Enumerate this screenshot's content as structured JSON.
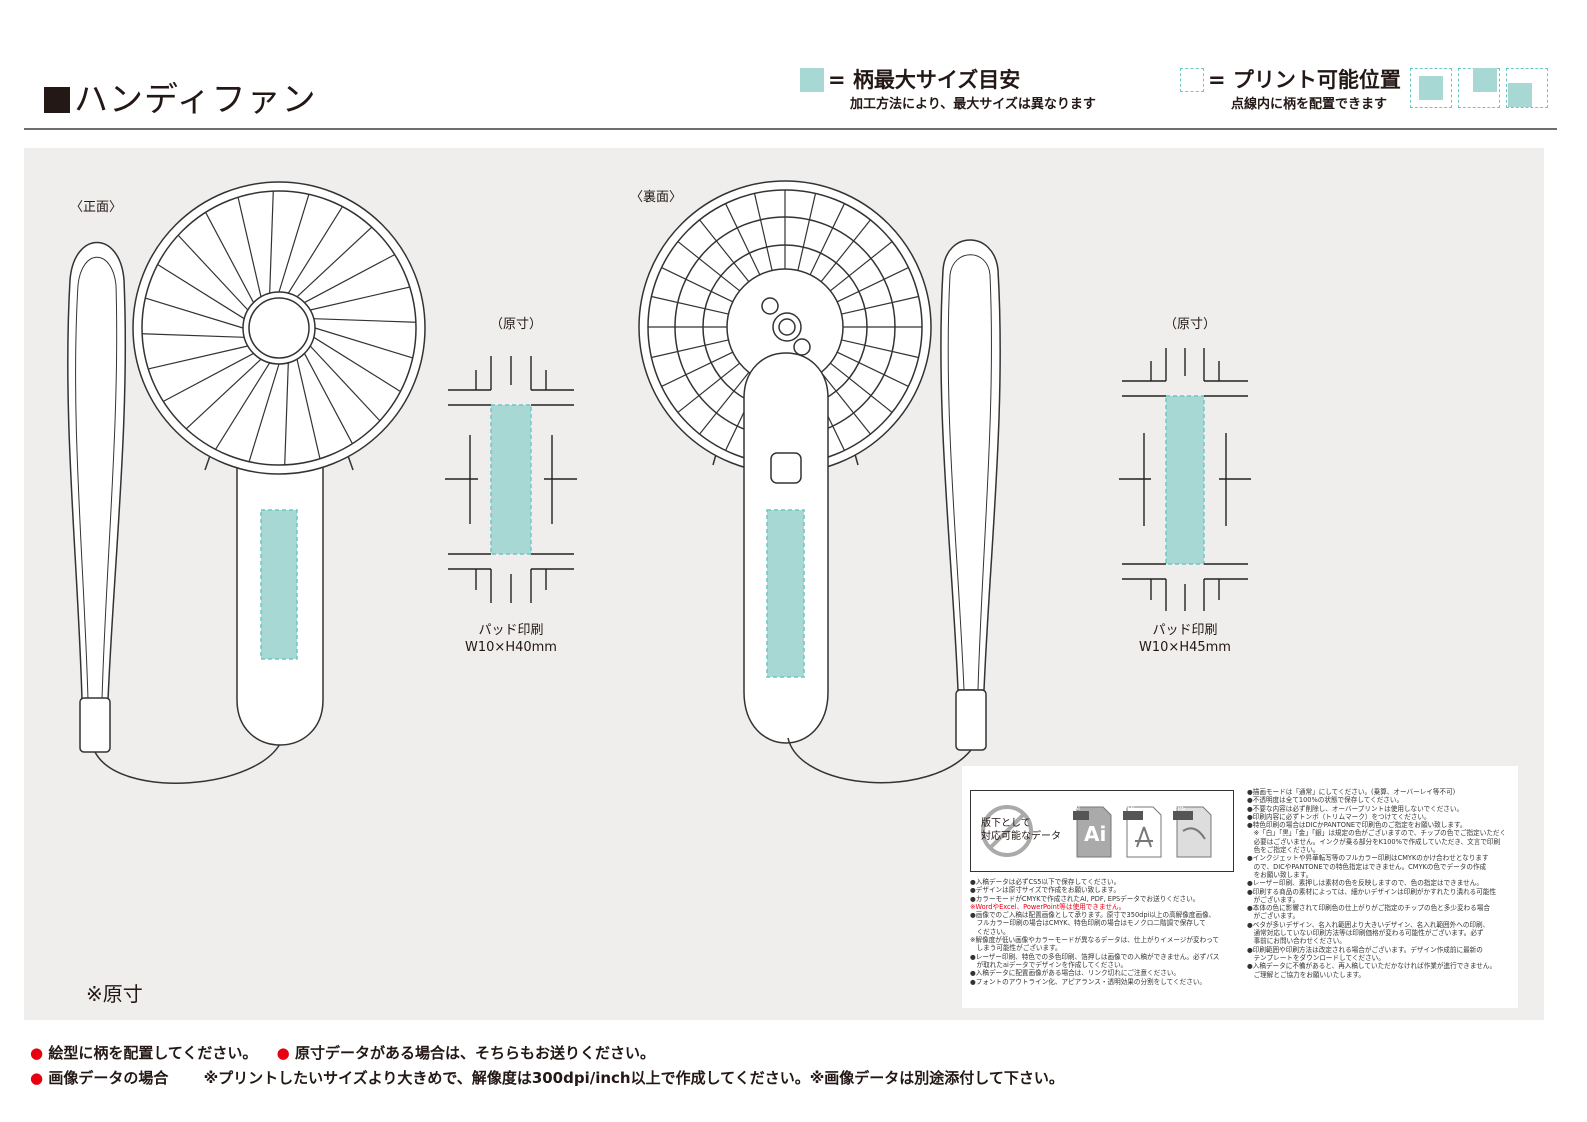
{
  "header": {
    "title": "ハンディファン",
    "legend_max_size": {
      "title": "= 柄最大サイズ目安",
      "note": "加工方法により、最大サイズは異なります"
    },
    "legend_print_area": {
      "title": "= プリント可能位置",
      "note": "点線内に柄を配置できます"
    }
  },
  "views": {
    "front": {
      "label": "〈正面〉",
      "gensun_label": "（原寸）",
      "method": "パッド印刷",
      "size": "W10×H40mm"
    },
    "back": {
      "label": "〈裏面〉",
      "gensun_label": "（原寸）",
      "method": "パッド印刷",
      "size": "W10×H45mm"
    }
  },
  "gensun_note": "※原寸",
  "data_guide": {
    "badge_text_line1": "版下として",
    "badge_text_line2": "対応可能なデータ",
    "formats": [
      "AI",
      "PDF",
      "EPS"
    ],
    "ai_glyph": "Ai",
    "left_notes": [
      {
        "text": "●入稿データは必ずCS5以下で保存してください。",
        "red": false
      },
      {
        "text": "●デザインは原寸サイズで作成をお願い致します。",
        "red": false
      },
      {
        "text": "●カラーモードがCMYKで作成されたAI, PDF, EPSデータでお送りください。",
        "red": false
      },
      {
        "text": "※WordやExcel、PowerPoint等は使用できません。",
        "red": true
      },
      {
        "text": "●画像でのご入稿は配置画像として承ります。原寸で350dpi以上の高解像度画像、",
        "red": false
      },
      {
        "text": "　フルカラー印刷の場合はCMYK、特色印刷の場合はモノクロ二階調で保存して",
        "red": false
      },
      {
        "text": "　ください。",
        "red": false
      },
      {
        "text": "※解像度が低い画像やカラーモードが異なるデータは、仕上がりイメージが変わって",
        "red": false
      },
      {
        "text": "　しまう可能性がございます。",
        "red": false
      },
      {
        "text": "●レーザー印刷、特色での多色印刷、箔押しは画像での入稿ができません。必ずパス",
        "red": false
      },
      {
        "text": "　が取れたaiデータでデザインを作成してください。",
        "red": false
      },
      {
        "text": "●入稿データに配置画像がある場合は、リンク切れにご注意ください。",
        "red": false
      },
      {
        "text": "●フォントのアウトライン化、アピアランス・透明効果の分割をしてください。",
        "red": false
      }
    ],
    "right_notes": [
      "●描画モードは「通常」にしてください。(乗算、オーバーレイ等不可)",
      "●不透明度は全て100%の状態で保存してください。",
      "●不要な内容は必ず削除し、オーバープリントは使用しないでください。",
      "●印刷内容に必ずトンボ（トリムマーク）をつけてください。",
      "●特色印刷の場合はDICかPANTONEで印刷色のご指定をお願い致します。",
      "　※「白」「黒」「金」「銀」は規定の色がございますので、チップの色でご指定いただく",
      "　必要はございません。インクが乗る部分をK100%で作成していただき、文言で印刷",
      "　色をご指定ください。",
      "●インクジェットや昇華転写等のフルカラー印刷はCMYKのかけ合わせとなります",
      "　ので、DICやPANTONEでの特色指定はできません。CMYKの色でデータの作成",
      "　をお願い致します。",
      "●レーザー印刷、素押しは素材の色を反映しますので、色の指定はできません。",
      "●印刷する商品の素材によっては、細かいデザインは印刷がかすれたり潰れる可能性",
      "　がございます。",
      "●本体の色に影響されて印刷色の仕上がりがご指定のチップの色と多少変わる場合",
      "　がございます。",
      "●ベタが多いデザイン、名入れ範囲より大きいデザイン、名入れ範囲外への印刷、",
      "　通常対応していない印刷方法等は印刷価格が変わる可能性がございます。必ず",
      "　事前にお問い合わせください。",
      "●印刷範囲や印刷方法は改定される場合がございます。デザイン作成前に最新の",
      "　テンプレートをダウンロードしてください。",
      "●入稿データに不備があると、再入稿していただかなければ作業が進行できません。",
      "　ご理解とご協力をお願いいたします。"
    ]
  },
  "footer": {
    "line1_a": "絵型に柄を配置してください。",
    "line1_b": "原寸データがある場合は、そちらもお送りください。",
    "line2_a": "画像データの場合",
    "line2_b": "※プリントしたいサイズより大きめで、解像度は300dpi/inch以上で作成してください。※画像データは別途添付して下さい。",
    "bullet": "●"
  },
  "colors": {
    "print_area": "#a8d8d3",
    "print_area_dash": "#6cc7c0",
    "panel_bg": "#efeeec",
    "red": "#e60012",
    "ink": "#231815"
  }
}
